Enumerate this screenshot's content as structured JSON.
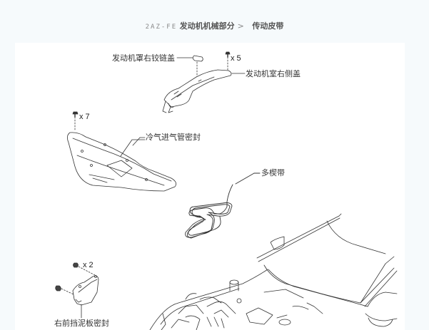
{
  "header": {
    "engine_code": "2AZ-FE",
    "section": "发动机机械部分",
    "separator": ">",
    "page": "传动皮带"
  },
  "colors": {
    "page_background": "#f6fafc",
    "paper_background": "#ffffff",
    "line_art": "#333333",
    "header_text": "#555555"
  },
  "diagram": {
    "callouts": [
      {
        "id": "hood-hinge-cover-right",
        "label": "发动机罩右铰链盖"
      },
      {
        "id": "engine-room-side-cover-right",
        "label": "发动机室右侧盖"
      },
      {
        "id": "cool-air-intake-duct-seal",
        "label": "冷气进气管密封"
      },
      {
        "id": "v-ribbed-belt",
        "label": "多楔带"
      },
      {
        "id": "front-fender-apron-seal-right",
        "label": "右前挡泥板密封"
      }
    ],
    "fastener_counts": [
      {
        "id": "side-cover-clips",
        "label": "x 5"
      },
      {
        "id": "duct-seal-clips",
        "label": "x 7"
      },
      {
        "id": "fender-seal-clips",
        "label": "x 2"
      }
    ]
  }
}
